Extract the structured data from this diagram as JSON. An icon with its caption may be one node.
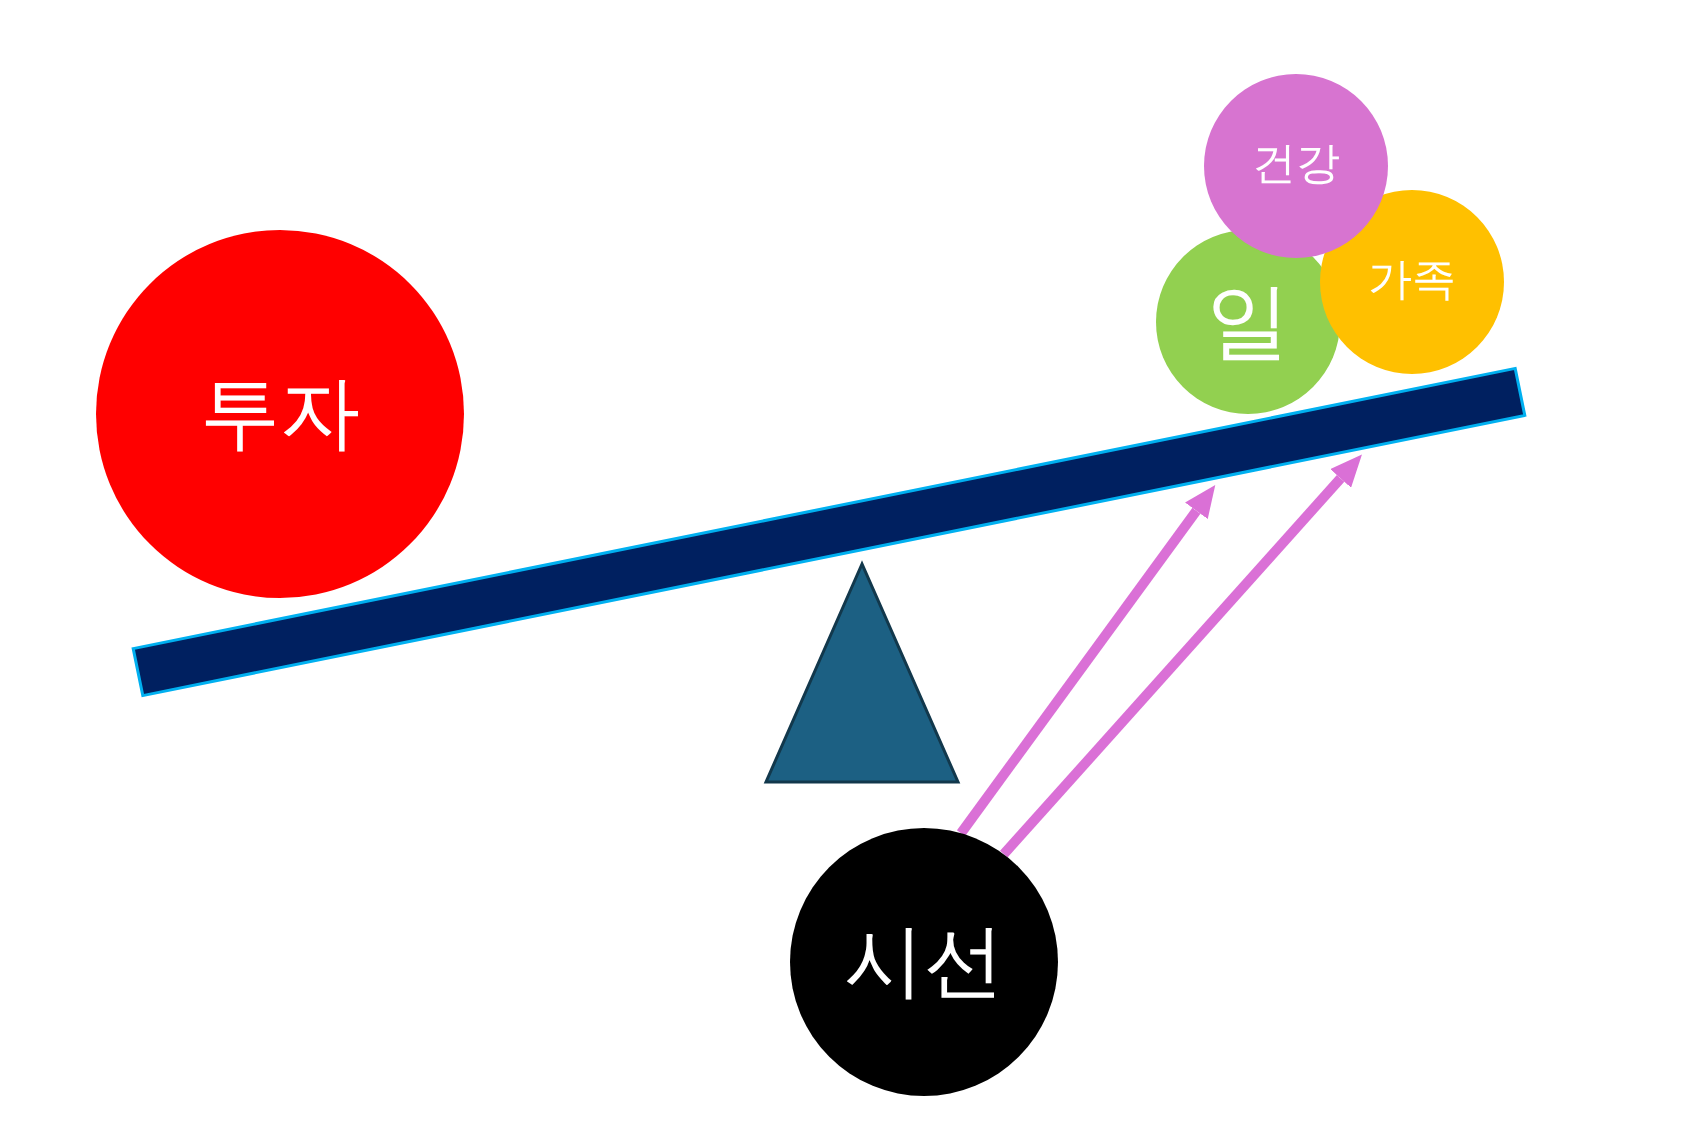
{
  "diagram": {
    "nodes": [
      {
        "text": [
          "투자"
        ]
      },
      {
        "text": [
          "건강"
        ]
      },
      {
        "text": [
          "일"
        ]
      },
      {
        "text": [
          "가족"
        ]
      },
      {
        "text": [],
        "shape": "bar"
      },
      {
        "text": [],
        "shape": "triangle"
      },
      {
        "text": [
          "시선"
        ]
      }
    ],
    "edges": [
      {
        "from": 6,
        "to": 4,
        "arrow": "to"
      },
      {
        "from": 6,
        "to": 4,
        "arrow": "to"
      }
    ]
  }
}
